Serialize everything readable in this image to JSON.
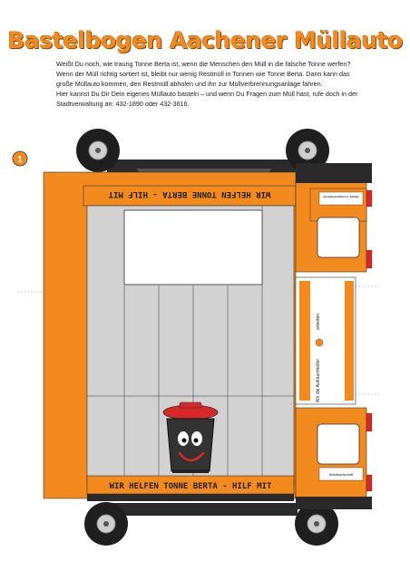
{
  "title": "Bastelbogen Aachener Müllauto",
  "intro": [
    "Weißt Du noch, wie traurig Tonne Berta ist, wenn die Menschen den Müll in die falsche Tonne werfen? Wenn der Müll richtig sortiert ist, bleibt nur wenig Restmüll in Tonnen wie Tonne Berta. Dann kann das große Müllauto kommen, den Restmüll abholen und ihn zur Müllverbrennungsanlage fahren.",
    "Hier kannst Du Dir Dein eigenes Müllauto basteln – und wenn Du Fragen zum Müll hast, rufe doch in der Stadtverwaltung an: 432-1890 oder 432-3616."
  ],
  "sheet_number": "1",
  "slogan": "WIR HELFEN TONNE BERTA - HILF MIT",
  "side_text": "Wir die Aufräumhelfer",
  "side_text_2": "arbeiten",
  "door_label_top": "Abfall Containerdienst",
  "door_label_bottom": "Abfallwirtschaft",
  "colors": {
    "orange": "#f28a1e",
    "grey": "#d2d2d2",
    "dark": "#2a2a2a",
    "title": "#f28a1e"
  }
}
